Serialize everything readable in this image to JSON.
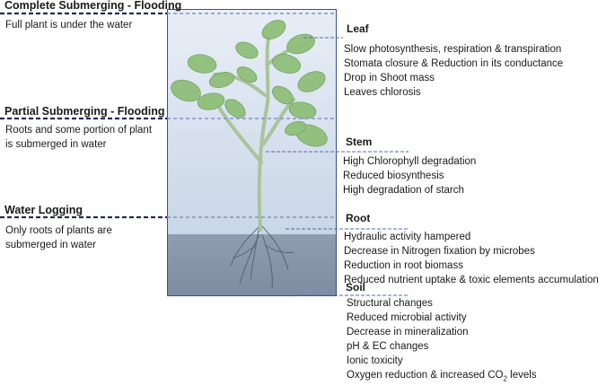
{
  "levels": [
    {
      "title": "Complete Submerging - Flooding",
      "description": "Full plant is under the water"
    },
    {
      "title": "Partial Submerging - Flooding",
      "description": "Roots and some portion of plant is submerged in water"
    },
    {
      "title": "Water Logging",
      "description": "Only roots of plants are submerged in water"
    }
  ],
  "sections": {
    "leaf": {
      "title": "Leaf",
      "effects": [
        "Slow photosynthesis, respiration & transpiration",
        "Stomata closure & Reduction in its conductance",
        "Drop in Shoot mass",
        "Leaves chlorosis"
      ]
    },
    "stem": {
      "title": "Stem",
      "effects": [
        "High Chlorophyll degradation",
        "Reduced biosynthesis",
        "High degradation of starch"
      ]
    },
    "root": {
      "title": "Root",
      "effects": [
        "Hydraulic activity hampered",
        "Decrease in Nitrogen fixation by microbes",
        "Reduction in root biomass",
        "Reduced nutrient uptake & toxic elements accumulation"
      ]
    },
    "soil": {
      "title": "Soil",
      "effects": [
        "Structural changes",
        "Reduced microbial activity",
        "Decrease in mineralization",
        "pH & EC changes",
        "Ionic toxicity",
        "Oxygen reduction & increased CO",
        "levels"
      ],
      "co2_subscript": "2"
    }
  },
  "colors": {
    "dark_navy": "#1f2d5c",
    "leader_blue": "#4a6fb5",
    "water_light": "#dce6f1",
    "water_mid": "#c8d6e8",
    "soil": "#8393a8",
    "leaf_green": "#8fbf7a"
  }
}
